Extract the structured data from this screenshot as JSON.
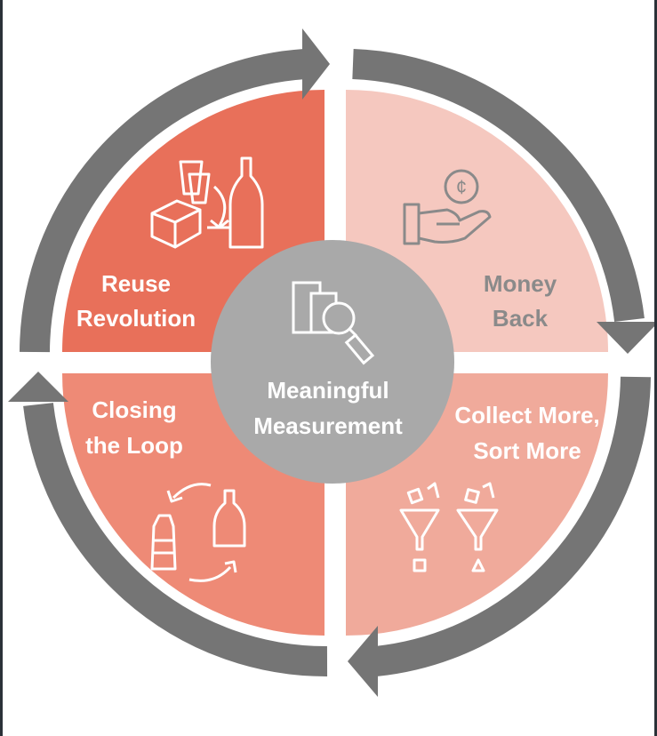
{
  "diagram": {
    "center": {
      "line1": "Meaningful",
      "line2": "Measurement"
    },
    "quadrants": [
      {
        "key": "reuse",
        "line1": "Reuse",
        "line2": "Revolution",
        "icon": "cups-box-bottle-icon",
        "color": "#e8705a",
        "text_color": "#ffffff"
      },
      {
        "key": "money",
        "line1": "Money",
        "line2": "Back",
        "icon": "hand-coin-icon",
        "color": "#f5c8bf",
        "text_color": "#8a8a8a"
      },
      {
        "key": "collect",
        "line1": "Collect More,",
        "line2": "Sort More",
        "icon": "funnels-icon",
        "color": "#f0aa9b",
        "text_color": "#ffffff"
      },
      {
        "key": "closing",
        "line1": "Closing",
        "line2": "the Loop",
        "icon": "recycle-bottles-icon",
        "color": "#ee8a76",
        "text_color": "#ffffff"
      }
    ],
    "colors": {
      "arrow": "#757575",
      "center": "#a9a9a9",
      "icon_stroke": "#ffffff",
      "money_icon_stroke": "#8a8a8a"
    }
  }
}
